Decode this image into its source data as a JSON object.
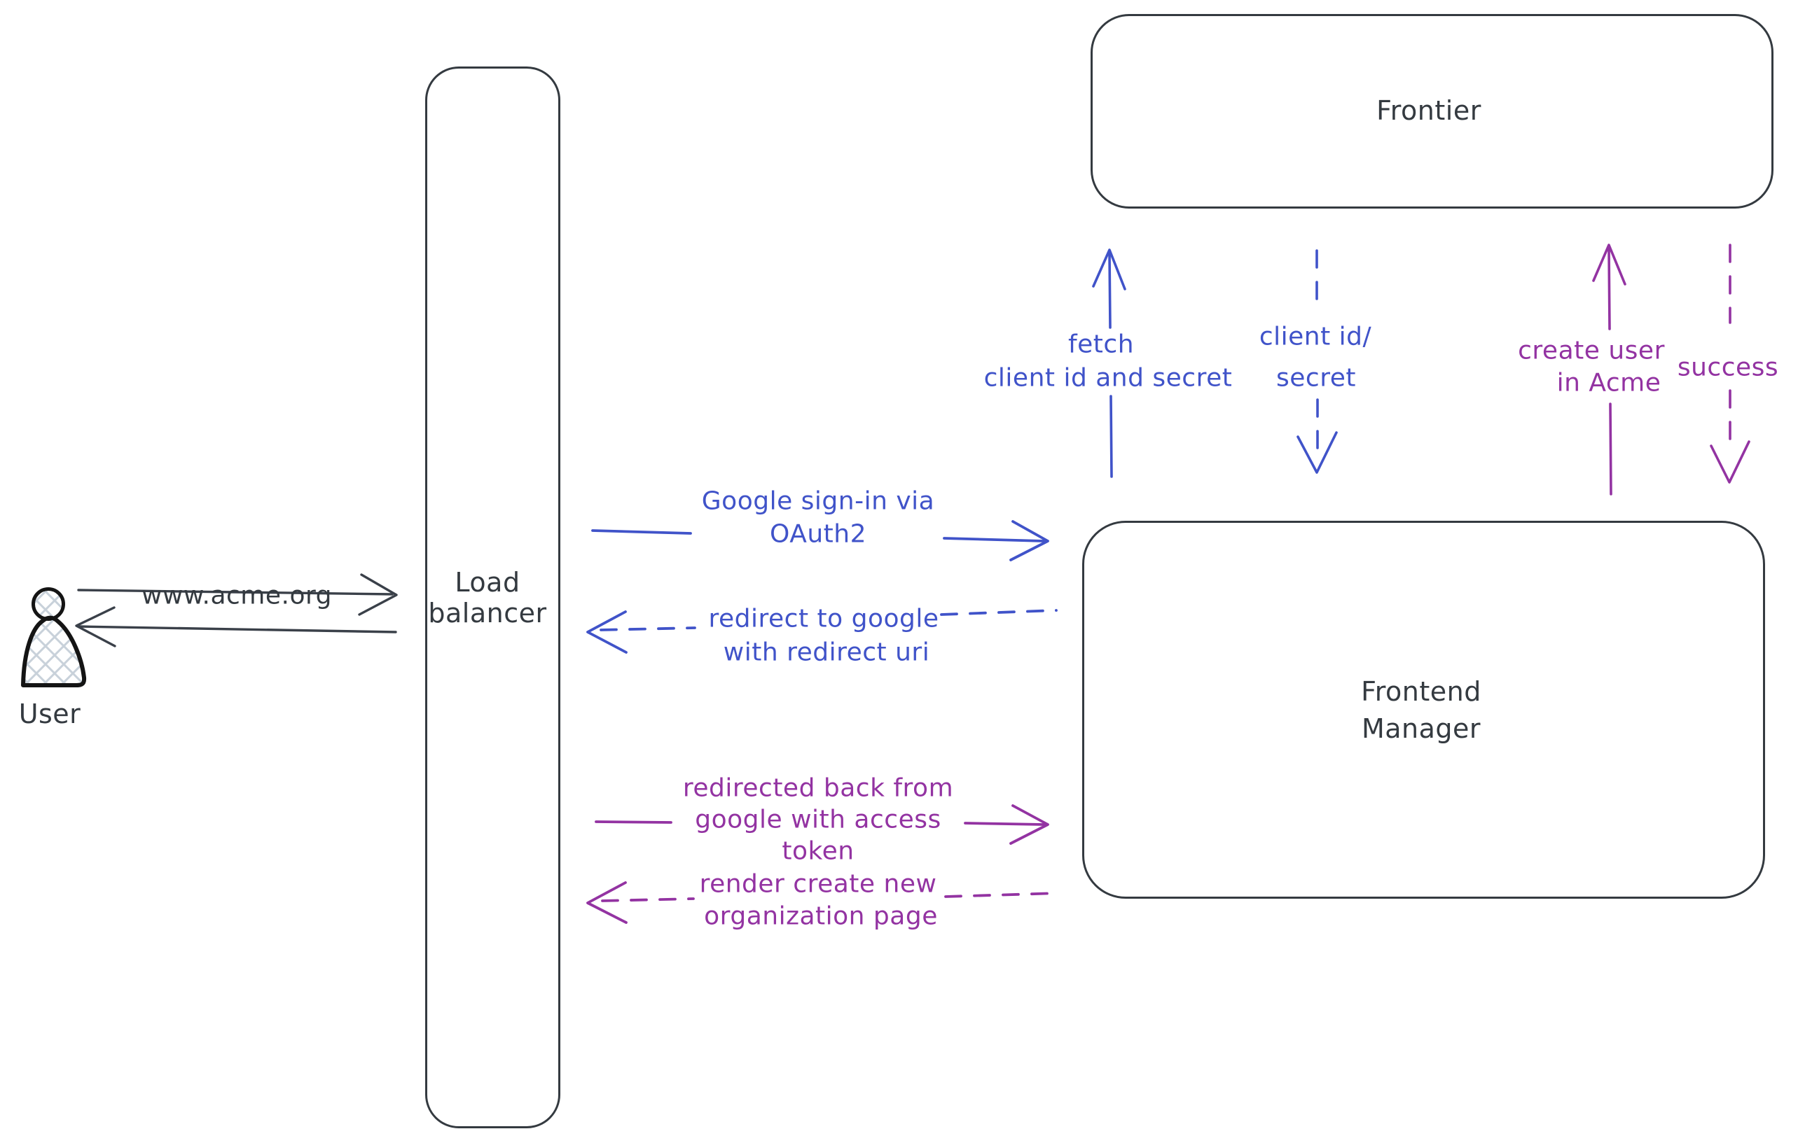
{
  "diagram": {
    "type": "sequence-architecture-sketch",
    "background": "#ffffff",
    "colors": {
      "stroke_dark": "#343a40",
      "flow_blue": "#4053c9",
      "flow_purple": "#9333a2",
      "hatch_fill": "#c8d1da"
    },
    "nodes": {
      "user": {
        "label": "User",
        "icon": "person-icon"
      },
      "load_balancer": {
        "lines": [
          "Load",
          "balancer"
        ]
      },
      "frontier": {
        "label": "Frontier"
      },
      "frontend_manager": {
        "lines": [
          "Frontend",
          "Manager"
        ]
      }
    },
    "edges": {
      "www_acme": {
        "label": "www.acme.org",
        "from": "user",
        "to": "load_balancer",
        "style": "solid",
        "color": "dark",
        "direction": "right"
      },
      "user_return": {
        "from": "load_balancer",
        "to": "user",
        "style": "solid",
        "color": "dark",
        "direction": "left"
      },
      "google_signin": {
        "lines": [
          "Google sign-in via",
          "OAuth2"
        ],
        "from": "load_balancer",
        "to": "frontend_manager",
        "style": "solid",
        "color": "blue",
        "direction": "right"
      },
      "redirect_to_google": {
        "lines": [
          "redirect to google",
          "with redirect uri"
        ],
        "from": "frontend_manager",
        "to": "load_balancer",
        "style": "dashed",
        "color": "blue",
        "direction": "left"
      },
      "fetch_client_id": {
        "lines": [
          "fetch",
          "client id and secret"
        ],
        "from": "frontend_manager",
        "to": "frontier",
        "style": "solid",
        "color": "blue",
        "direction": "up"
      },
      "client_id_secret": {
        "lines": [
          "client id/",
          "secret"
        ],
        "from": "frontier",
        "to": "frontend_manager",
        "style": "dashed",
        "color": "blue",
        "direction": "down"
      },
      "redirected_back": {
        "lines": [
          "redirected back from",
          "google with access",
          "token"
        ],
        "from": "load_balancer",
        "to": "frontend_manager",
        "style": "solid",
        "color": "purple",
        "direction": "right"
      },
      "render_create_new": {
        "lines": [
          "render create new",
          "organization page"
        ],
        "from": "frontend_manager",
        "to": "load_balancer",
        "style": "dashed",
        "color": "purple",
        "direction": "left"
      },
      "create_user": {
        "lines": [
          "create user",
          "in Acme"
        ],
        "from": "frontend_manager",
        "to": "frontier",
        "style": "solid",
        "color": "purple",
        "direction": "up"
      },
      "success": {
        "label": "success",
        "from": "frontier",
        "to": "frontend_manager",
        "style": "dashed",
        "color": "purple",
        "direction": "down"
      }
    }
  }
}
